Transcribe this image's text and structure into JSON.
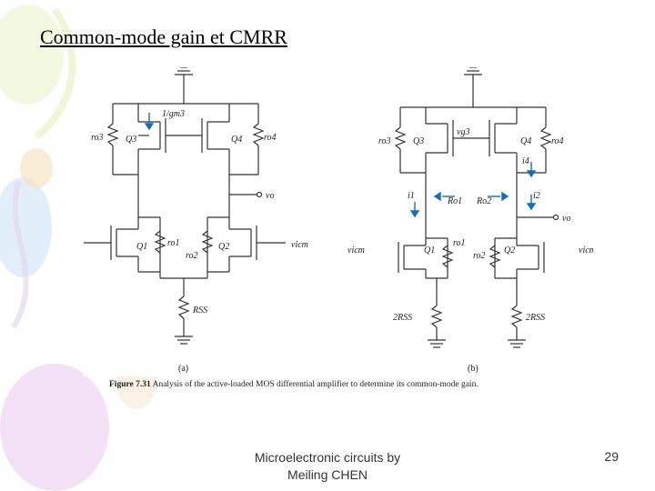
{
  "slide": {
    "title": "Common-mode gain et CMRR",
    "footer_line1": "Microelectronic circuits by",
    "footer_line2": "Meiling CHEN",
    "page_number": "29"
  },
  "figure": {
    "caption_label": "Figure 7.31",
    "caption_text": "Analysis of the active-loaded MOS differential amplifier to determine its common-mode gain.",
    "panel_a": "(a)",
    "panel_b": "(b)",
    "labels_a": {
      "q1": "Q1",
      "q2": "Q2",
      "q3": "Q3",
      "q4": "Q4",
      "ro1": "ro1",
      "ro2": "ro2",
      "ro3": "ro3",
      "ro4": "ro4",
      "gm3": "1/gm3",
      "vo": "vo",
      "vicm_left": "vicm",
      "vicm_right": "vicm",
      "rss": "RSS"
    },
    "labels_b": {
      "q1": "Q1",
      "q2": "Q2",
      "q3": "Q3",
      "q4": "Q4",
      "ro1": "ro1",
      "ro2": "ro2",
      "ro3": "ro3",
      "ro4": "ro4",
      "vg3": "vg3",
      "i1": "i1",
      "i2": "i2",
      "i4": "i4",
      "r_o1": "Ro1",
      "r_o2": "Ro2",
      "vo": "vo",
      "vicm_left": "vicm",
      "vicm_right": "vicm",
      "rss_left": "2RSS",
      "rss_right": "2RSS"
    }
  }
}
